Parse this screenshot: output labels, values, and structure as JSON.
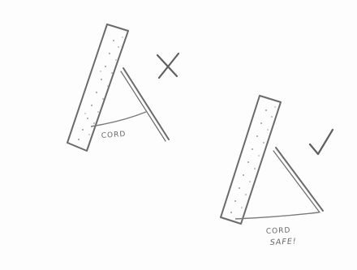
{
  "left_figure": {
    "cord_label": "CORD",
    "mark": "cross-mark"
  },
  "right_figure": {
    "cord_label_line1": "CORD",
    "cord_label_line2": "SAFE!",
    "mark": "check-mark"
  },
  "colors": {
    "ink": "#6b6b6b",
    "paper": "#fdfdfd",
    "speckle": "#9a9a9a"
  }
}
